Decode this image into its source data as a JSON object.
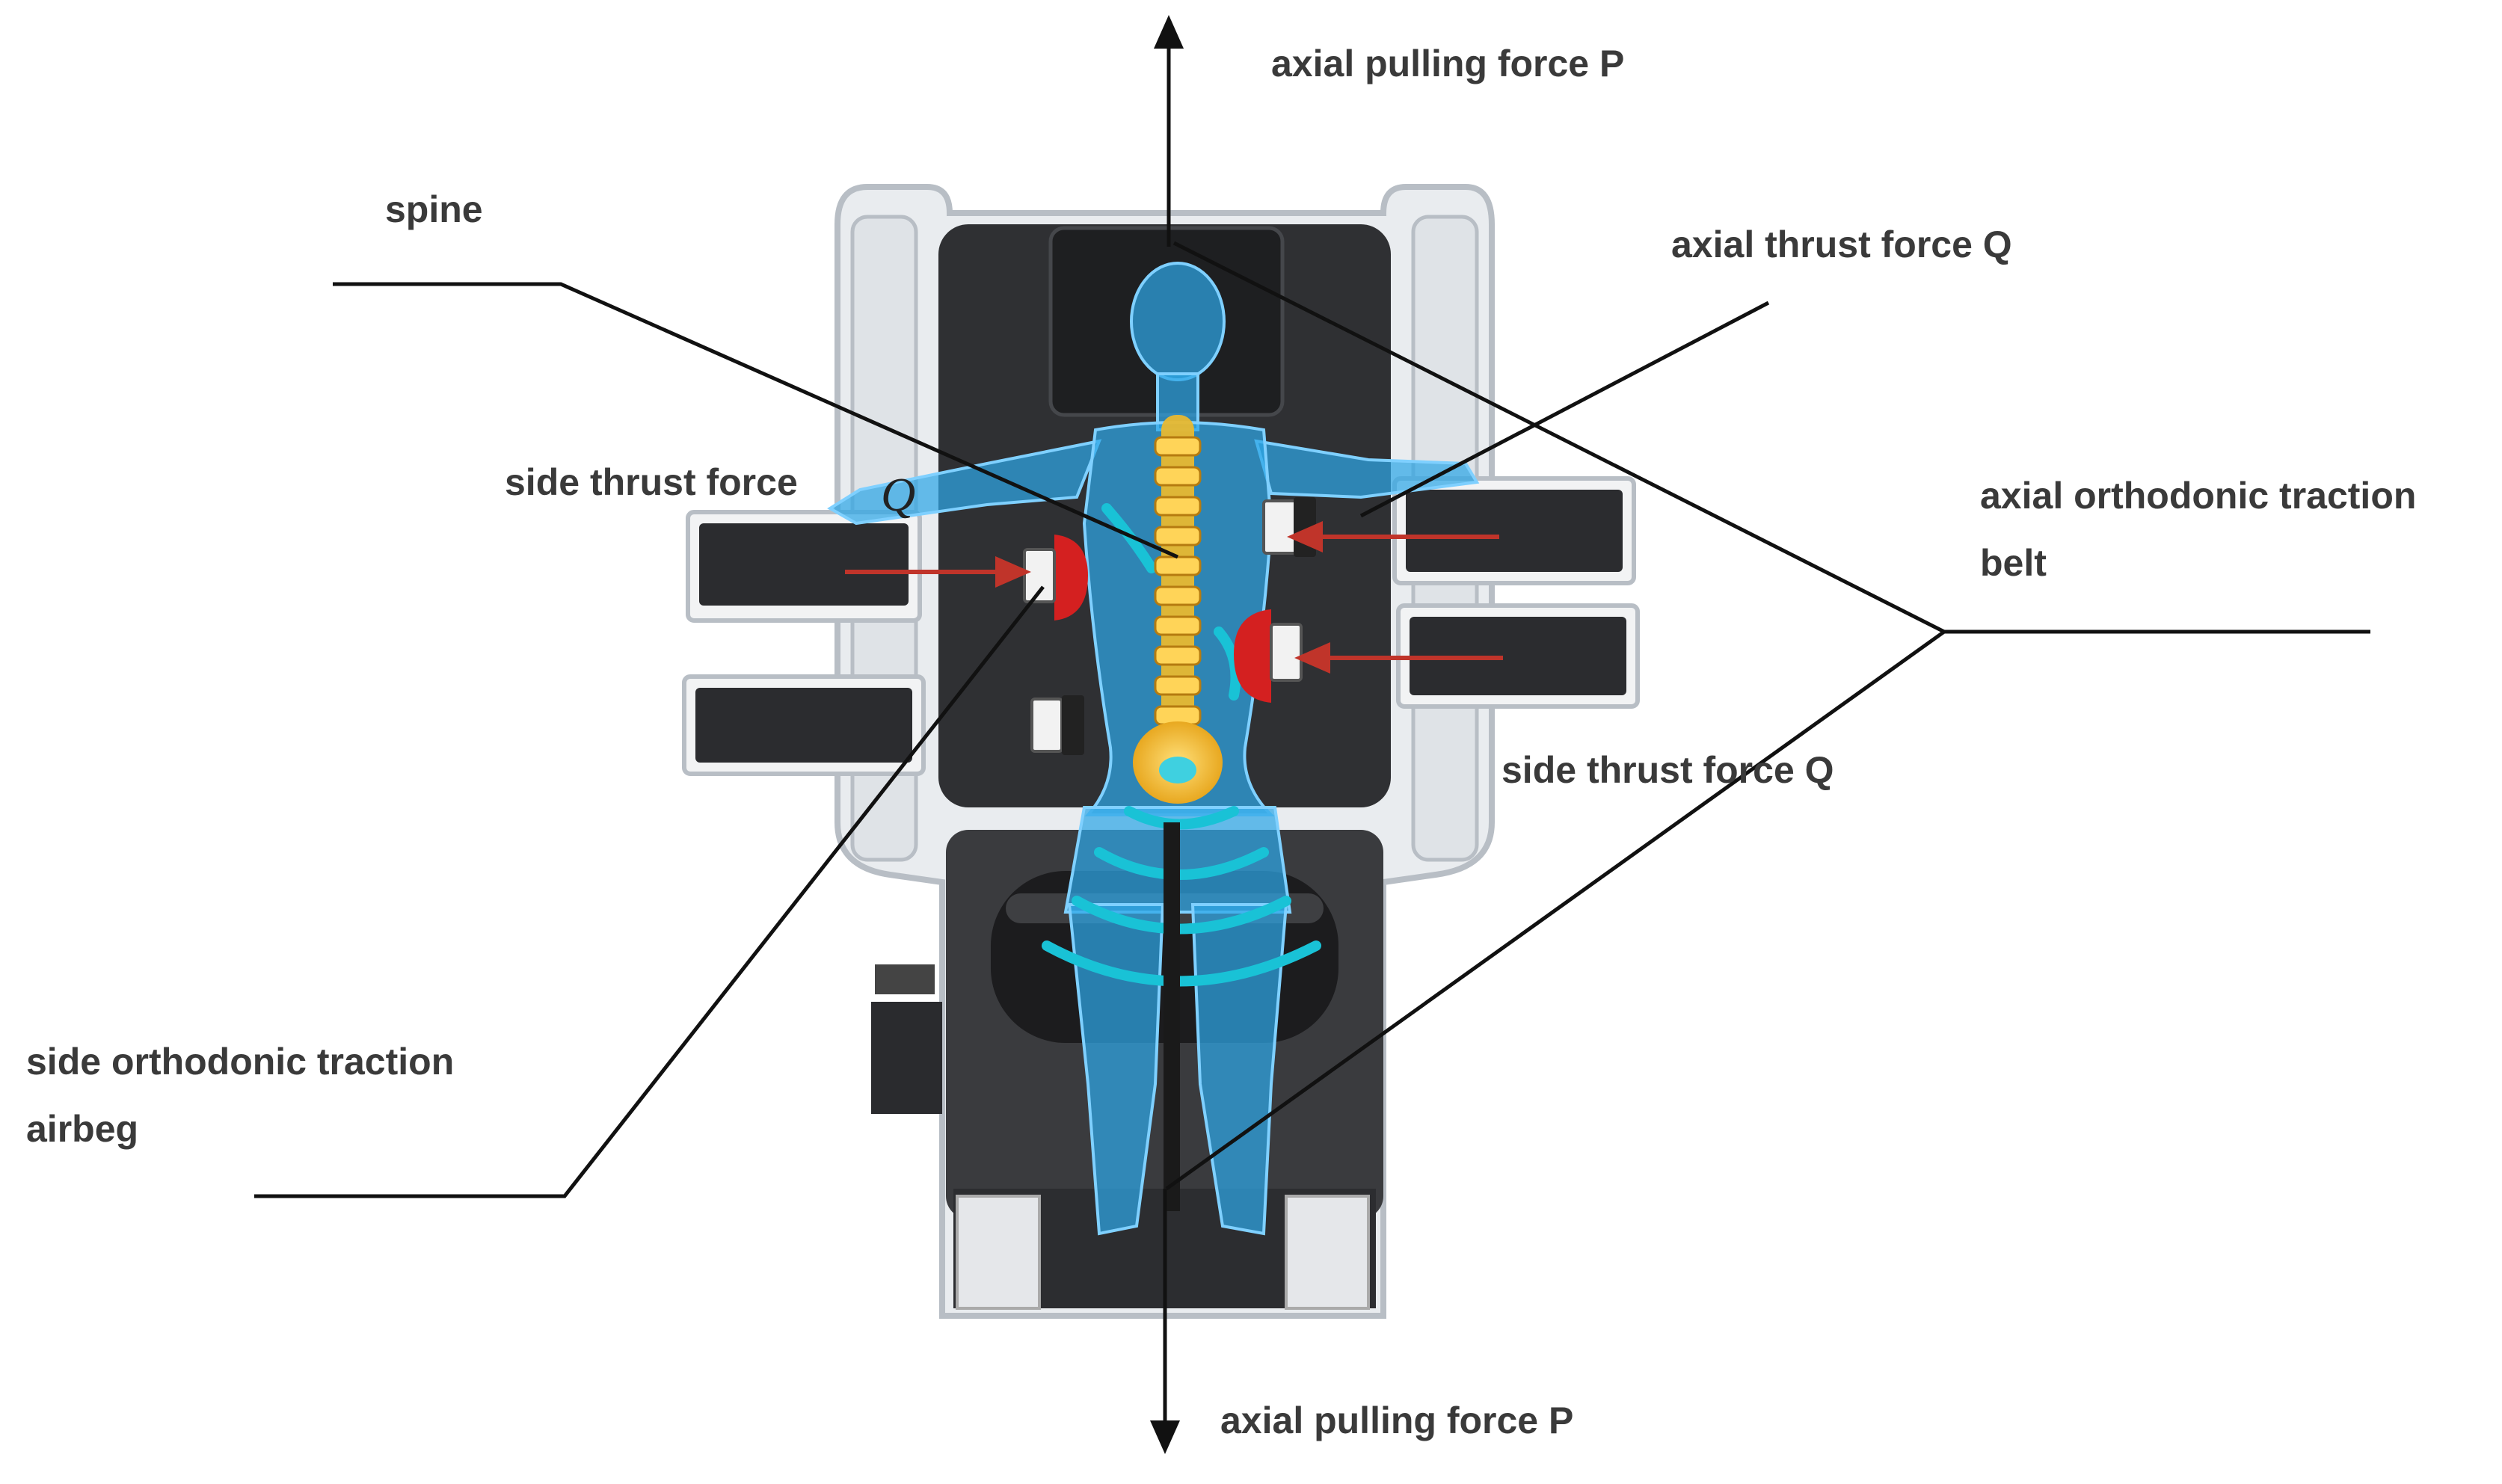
{
  "diagram": {
    "labels": {
      "axial_pulling_top": "axial pulling force P",
      "spine": "spine",
      "axial_thrust": "axial thrust force Q",
      "side_thrust_left": "side thrust force",
      "side_thrust_left_symbol": "Q",
      "axial_belt_line1": "axial orthodonic traction",
      "axial_belt_line2": "belt",
      "side_thrust_right": "side thrust force Q",
      "side_airbag_line1": "side orthodonic traction",
      "side_airbag_line2": "airbeg",
      "axial_pulling_bottom": "axial pulling force P"
    },
    "colors": {
      "frame_white": "#e9ecef",
      "frame_edge": "#b8bec5",
      "bed_dark": "#2f3033",
      "body_blue": "#2ea6e6",
      "spine_yellow": "#e8b830",
      "airbag_red": "#d42020",
      "force_arrow_red": "#c0342a",
      "leader_line": "#111111"
    }
  }
}
